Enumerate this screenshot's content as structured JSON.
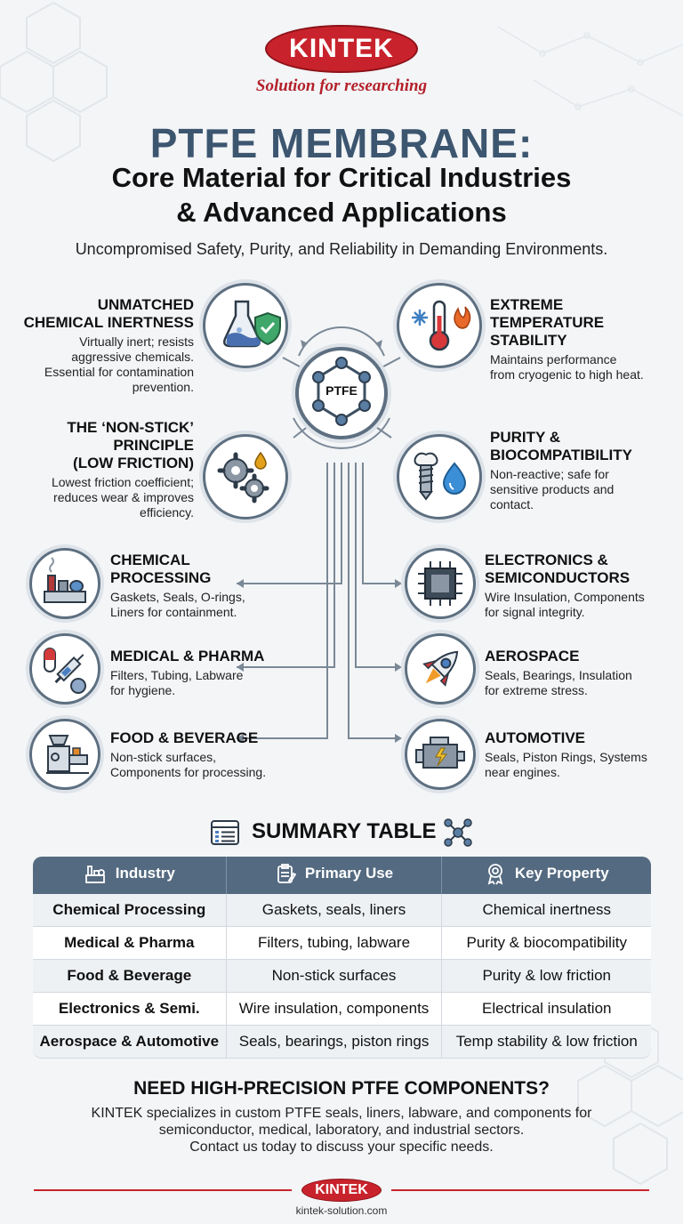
{
  "brand": {
    "logo_text": "KINTEK",
    "tagline": "Solution for researching",
    "footer_logo": "KINTEK",
    "url": "kintek-solution.com",
    "color": "#c8232c"
  },
  "header": {
    "title_line1": "PTFE MEMBRANE:",
    "title_line2": "Core Material for Critical Industries",
    "title_line3": "& Advanced Applications",
    "subtitle": "Uncompromised Safety, Purity, and Reliability in Demanding Environments."
  },
  "hub": {
    "label": "PTFE"
  },
  "properties": {
    "chemical": {
      "title1": "UNMATCHED",
      "title2": "CHEMICAL INERTNESS",
      "d1": "Virtually inert; resists",
      "d2": "aggressive chemicals.",
      "d3": "Essential for contamination",
      "d4": "prevention.",
      "icon": "flask-shield-icon"
    },
    "temperature": {
      "title1": "EXTREME",
      "title2": "TEMPERATURE",
      "title3": "STABILITY",
      "d1": "Maintains performance",
      "d2": "from cryogenic to high heat.",
      "icon": "thermometer-icon"
    },
    "nonstick": {
      "title1": "THE ‘NON-STICK’",
      "title2": "PRINCIPLE",
      "title3": "(LOW FRICTION)",
      "d1": "Lowest friction coefficient;",
      "d2": "reduces wear & improves",
      "d3": "efficiency.",
      "icon": "gears-icon"
    },
    "purity": {
      "title1": "PURITY &",
      "title2": "BIOCOMPATIBILITY",
      "d1": "Non-reactive; safe for",
      "d2": "sensitive products and",
      "d3": "contact.",
      "icon": "implant-drop-icon"
    }
  },
  "industries": {
    "chemical": {
      "title": "CHEMICAL",
      "title2": "PROCESSING",
      "d1": "Gaskets, Seals, O-rings,",
      "d2": "Liners for containment."
    },
    "medical": {
      "title": "MEDICAL & PHARMA",
      "d1": "Filters, Tubing, Labware",
      "d2": "for hygiene."
    },
    "food": {
      "title": "FOOD & BEVERAGE",
      "d1": "Non-stick surfaces,",
      "d2": "Components for processing."
    },
    "electronics": {
      "title": "ELECTRONICS &",
      "title2": "SEMICONDUCTORS",
      "d1": "Wire Insulation, Components",
      "d2": "for signal integrity."
    },
    "aerospace": {
      "title": "AEROSPACE",
      "d1": "Seals, Bearings, Insulation",
      "d2": "for extreme stress."
    },
    "automotive": {
      "title": "AUTOMOTIVE",
      "d1": "Seals, Piston Rings, Systems",
      "d2": "near engines."
    }
  },
  "summary": {
    "title": "SUMMARY TABLE",
    "headers": [
      "Industry",
      "Primary Use",
      "Key Property"
    ],
    "rows": [
      [
        "Chemical Processing",
        "Gaskets, seals, liners",
        "Chemical inertness"
      ],
      [
        "Medical & Pharma",
        "Filters, tubing, labware",
        "Purity & biocompatibility"
      ],
      [
        "Food & Beverage",
        "Non-stick surfaces",
        "Purity & low friction"
      ],
      [
        "Electronics & Semi.",
        "Wire insulation, components",
        "Electrical insulation"
      ],
      [
        "Aerospace & Automotive",
        "Seals, bearings, piston rings",
        "Temp stability & low friction"
      ]
    ]
  },
  "cta": {
    "title": "NEED HIGH-PRECISION PTFE COMPONENTS?",
    "line1": "KINTEK specializes in custom PTFE seals, liners, labware, and components for",
    "line2": "semiconductor, medical, laboratory, and industrial sectors.",
    "line3": "Contact us today to discuss your specific needs."
  },
  "colors": {
    "title_blue": "#3d5670",
    "slate": "#546a80",
    "ring": "#5d6f80"
  }
}
